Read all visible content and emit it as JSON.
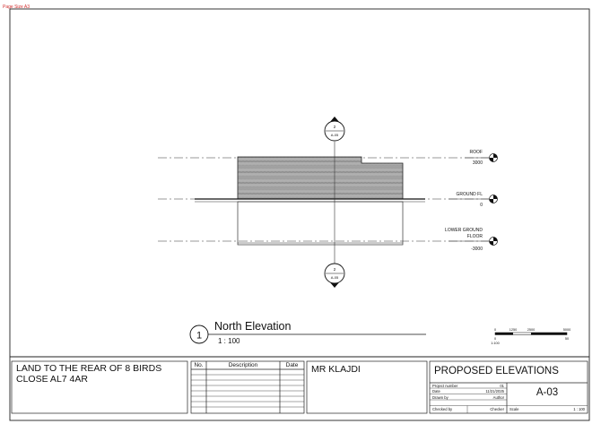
{
  "page_size_label": "Page Size A3",
  "elevation": {
    "levels": [
      {
        "name_lines": [
          "ROOF"
        ],
        "value": "3000"
      },
      {
        "name_lines": [
          "GROUND FL"
        ],
        "value": "0"
      },
      {
        "name_lines": [
          "LOWER GROUND",
          "FLOOR"
        ],
        "value": "-3000"
      }
    ],
    "section_markers": [
      {
        "number": "2",
        "sheet": "A-05"
      },
      {
        "number": "2",
        "sheet": "A-05"
      }
    ],
    "view_number": "1",
    "view_title": "North Elevation",
    "view_scale": "1 : 100"
  },
  "scale_bar": {
    "top_labels": [
      "0",
      "1250",
      "2500",
      "5000"
    ],
    "bottom_labels": [
      "0",
      "50"
    ],
    "ratio_label": "1:100"
  },
  "title_block": {
    "site_address": "LAND TO THE REAR OF 8 BIRDS CLOSE AL7 4AR",
    "revision_headers": {
      "no": "No.",
      "description": "Description",
      "date": "Date"
    },
    "client": "MR KLAJDI",
    "sheet_title": "PROPOSED ELEVATIONS",
    "fields": {
      "project_number_label": "Project number",
      "project_number": "01",
      "date_label": "Date",
      "date": "11/21/2025",
      "drawn_by_label": "Drawn by",
      "drawn_by": "Author",
      "checked_by_label": "Checked by",
      "checked_by": "Checker",
      "scale_label": "Scale",
      "scale": "1 : 100"
    },
    "sheet_number": "A-03"
  }
}
